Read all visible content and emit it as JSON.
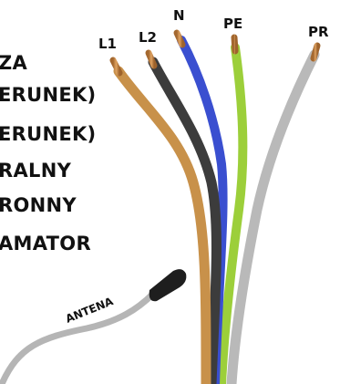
{
  "legend": {
    "lines": [
      "ZA",
      "ERUNEK)",
      "ERUNEK)",
      "RALNY",
      "RONNY",
      "AMATOR"
    ]
  },
  "wires": {
    "l1": {
      "label": "L1",
      "color": "#c8914a"
    },
    "l2": {
      "label": "L2",
      "color": "#3c3c3c"
    },
    "n": {
      "label": "N",
      "color": "#3a4fd0"
    },
    "pe": {
      "label": "PE",
      "color": "#9ccf3a"
    },
    "pr": {
      "label": "PR",
      "color": "#b9b9b9"
    }
  },
  "antenna": {
    "label": "ANTENA",
    "cable_color": "#b5b5b5",
    "tip_color": "#1e1e1e"
  },
  "copper_color": "#c98a4c"
}
